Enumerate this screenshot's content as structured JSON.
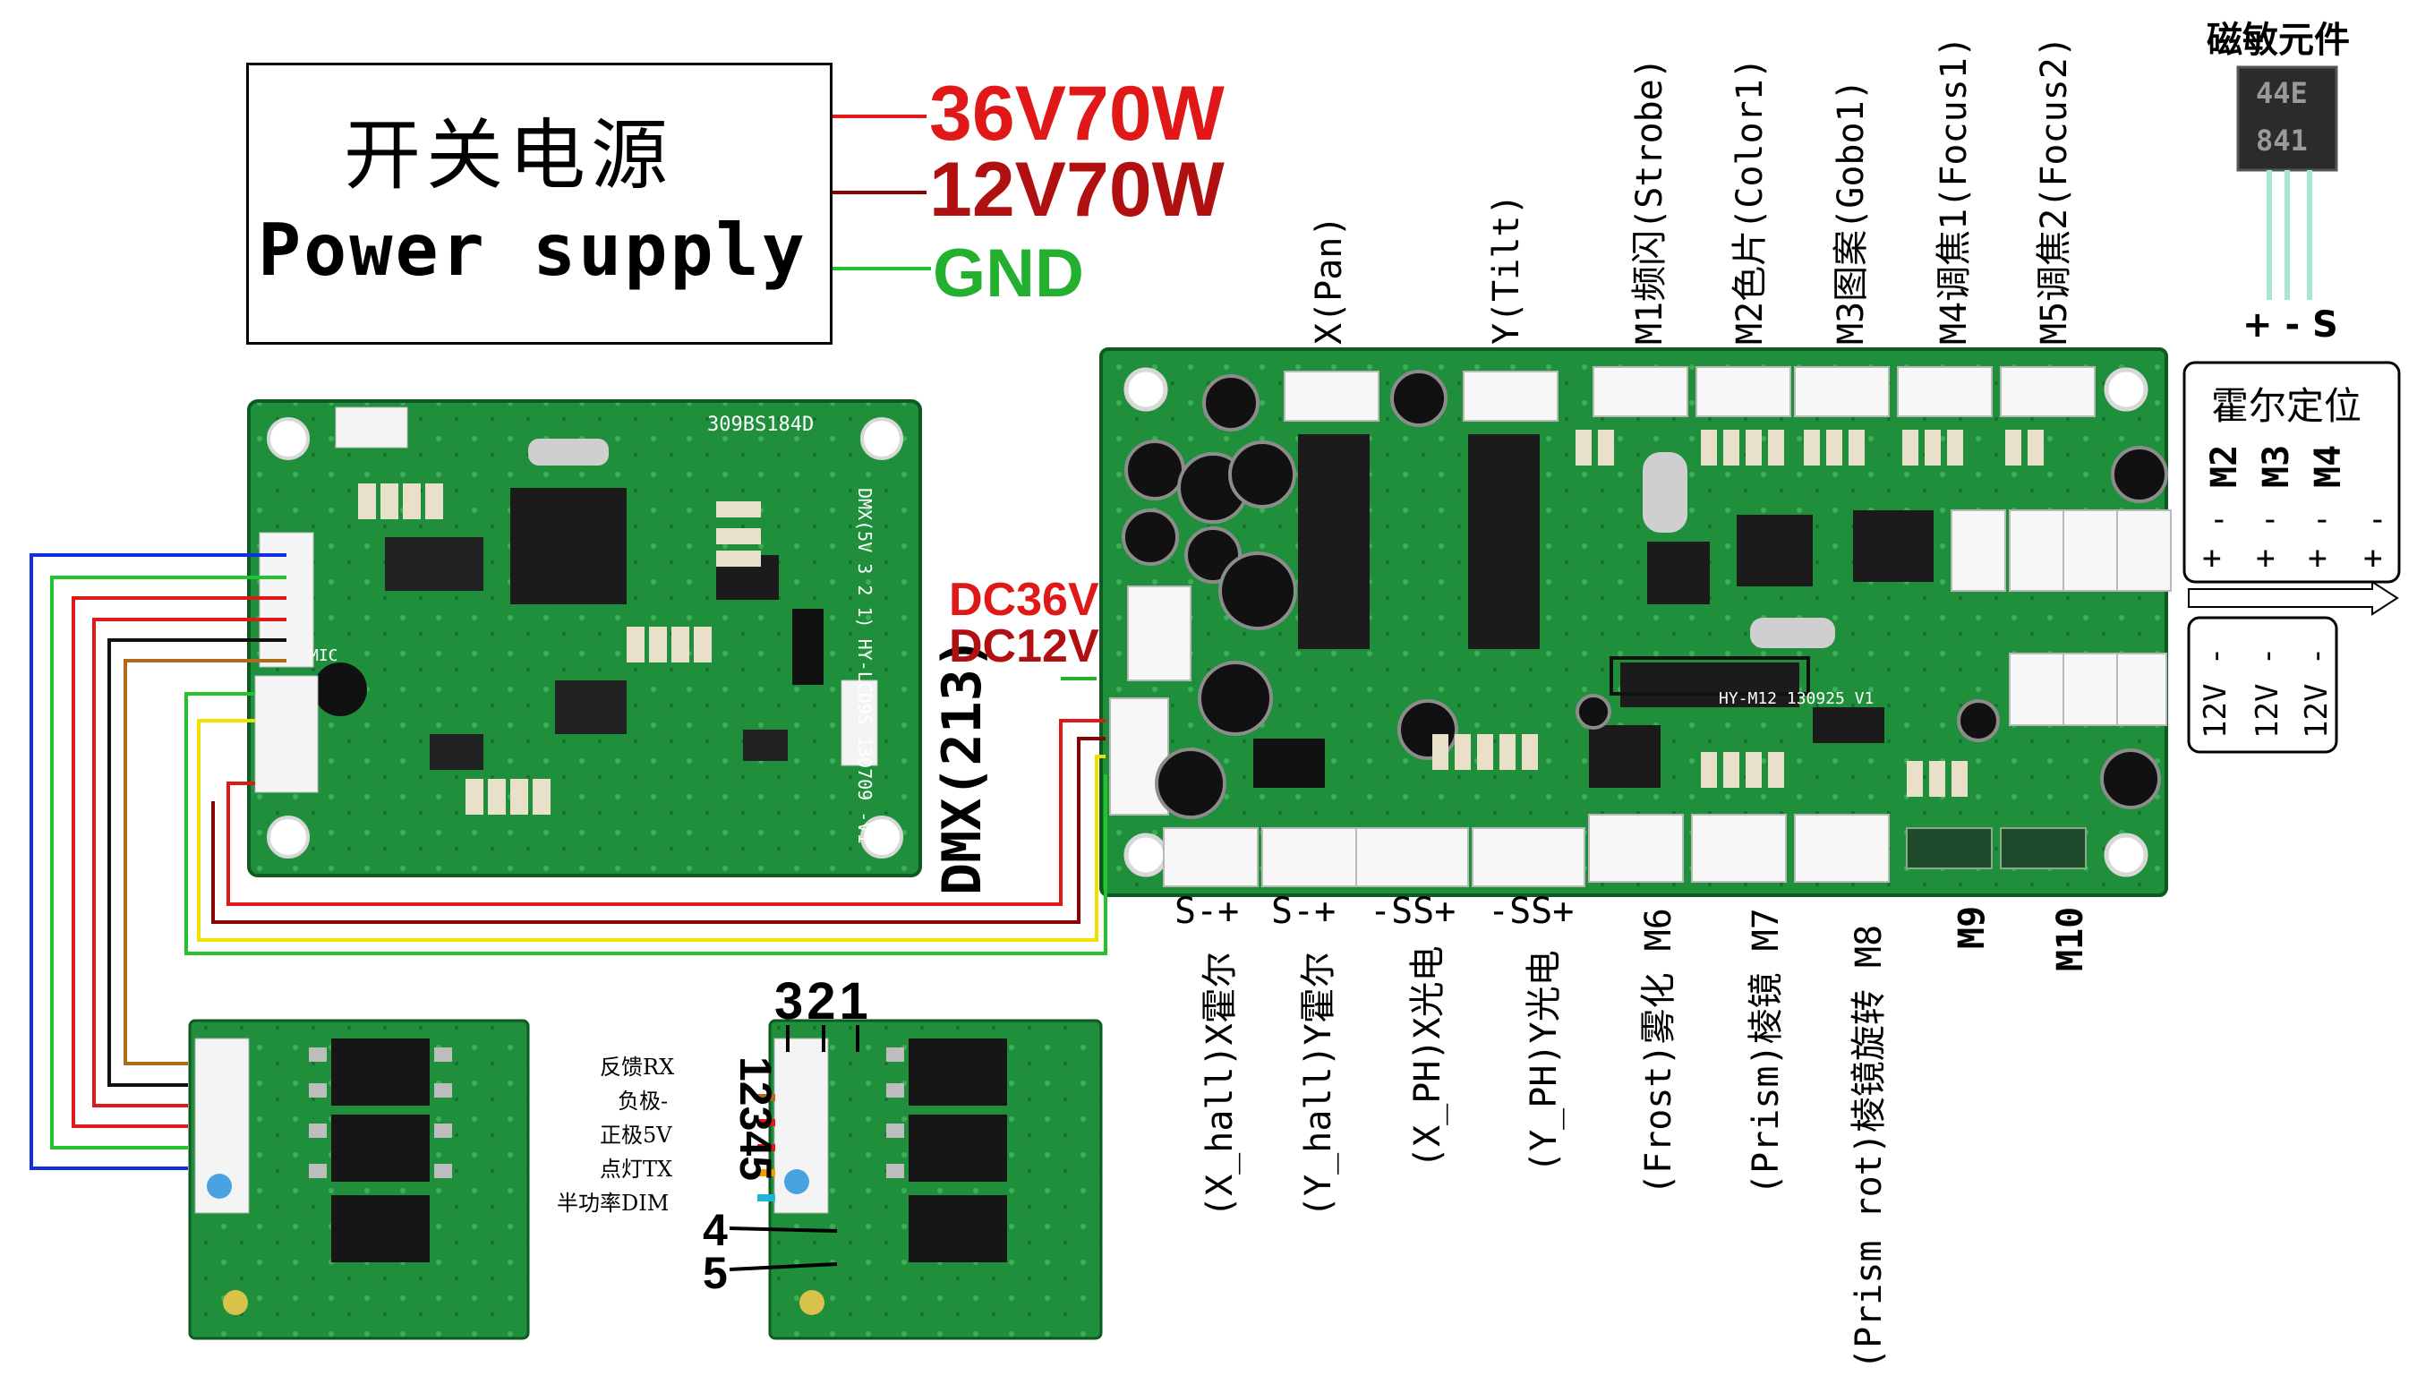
{
  "power_supply": {
    "title_cn": "开关电源",
    "title_en": "Power supply",
    "out_36v": "36V70W",
    "out_12v": "12V70W",
    "out_gnd": "GND"
  },
  "dmx_board": {
    "silk_top": "309BS184D",
    "silk_side": "DMX(5V 3 2 1) HY-LCD9S 130709 -V1",
    "label": "DMX(213)",
    "mic": "MIC"
  },
  "main_board": {
    "dc36": "DC36V",
    "dc12": "DC12V",
    "model": "HY-M12 130925 V1",
    "top_connectors": [
      "X(Pan)",
      "Y(Tilt)",
      "M1频闪(Strobe)",
      "M2色片(Color1)",
      "M3图案(Gobo1)",
      "M4调焦1(Focus1)",
      "M5调焦2(Focus2)"
    ],
    "bottom_pins": [
      "S-+",
      "S-+",
      "-SS+",
      "-SS+"
    ],
    "bottom_labels": [
      "(X_hall)X霍尔",
      "(Y_hall)Y霍尔",
      "(X_PH)X光电",
      "(Y_PH)Y光电",
      "(Frost)雾化 M6",
      "(Prism)棱镜 M7",
      "(Prism rot)棱镜旋转 M8",
      "M9",
      "M10"
    ]
  },
  "hall_sensor": {
    "title": "磁敏元件",
    "chip_line1": "44E",
    "chip_line2": "841",
    "pins": "+ - S"
  },
  "hall_position": {
    "title": "霍尔定位",
    "motors": [
      "M2",
      "M3",
      "M4"
    ],
    "minus": "-",
    "plus": "+",
    "supply": [
      "12V -",
      "12V -",
      "12V -"
    ]
  },
  "driver_board": {
    "pin_numbers_top": "321",
    "pin_numbers_side": "12345",
    "pins": [
      "反馈RX",
      "负极-",
      "正极5V",
      "点灯TX",
      "半功率DIM"
    ],
    "pin4": "4",
    "pin5": "5"
  },
  "colors": {
    "pcb": "#1f8f3c",
    "pcb_dark": "#126b2a",
    "wire_blue": "#1030e0",
    "wire_green": "#22c42e",
    "wire_red": "#e01818",
    "wire_black": "#111111",
    "wire_brown": "#b06a1c",
    "wire_yellow": "#f0e000",
    "label_red": "#e01818",
    "label_green": "#22b02e"
  }
}
